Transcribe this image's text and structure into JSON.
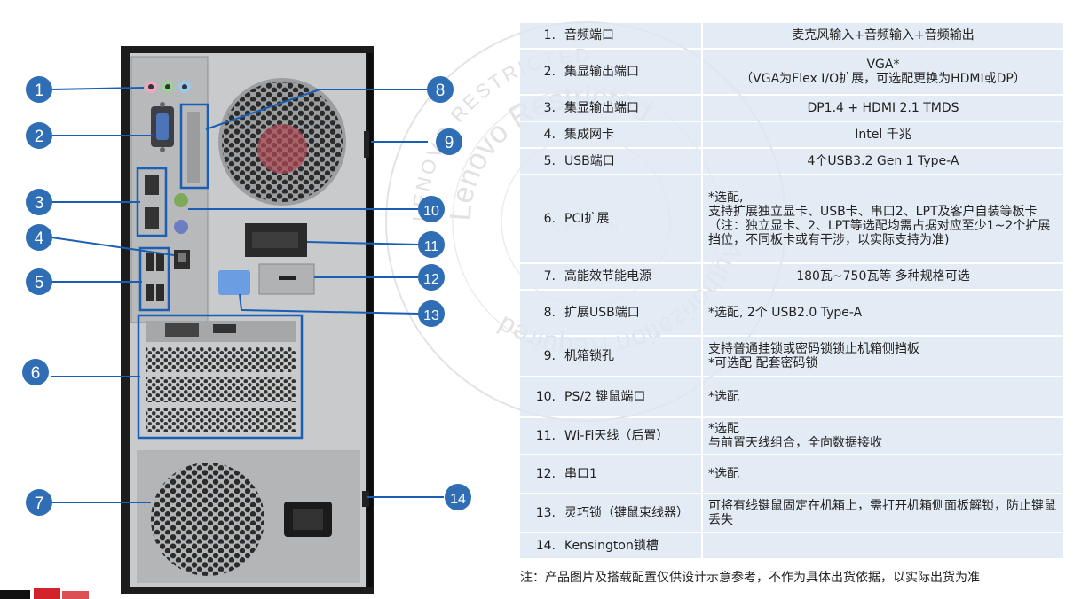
{
  "callouts": [
    "1",
    "2",
    "3",
    "4",
    "5",
    "6",
    "7",
    "8",
    "9",
    "10",
    "11",
    "12",
    "13",
    "14"
  ],
  "rows": [
    {
      "num": "1.",
      "name": "音频端口",
      "desc": [
        "麦克风输入+音频输入+音频输出"
      ],
      "align": "c"
    },
    {
      "num": "2.",
      "name": "集显输出端口",
      "desc": [
        "VGA*",
        "（VGA为Flex I/O扩展，可选配更换为HDMI或DP）"
      ],
      "align": "c"
    },
    {
      "num": "3.",
      "name": "集显输出端口",
      "desc": [
        "DP1.4  + HDMI 2.1 TMDS"
      ],
      "align": "c"
    },
    {
      "num": "4.",
      "name": "集成网卡",
      "desc": [
        "Intel 千兆"
      ],
      "align": "c"
    },
    {
      "num": "5.",
      "name": "USB端口",
      "desc": [
        "4个USB3.2 Gen 1 Type-A"
      ],
      "align": "c"
    },
    {
      "num": "6.",
      "name": "PCI扩展",
      "desc": [
        "*选配,",
        "支持扩展独立显卡、USB卡、串口2、LPT及客户自装等板卡",
        "（注：独立显卡、2、LPT等选配均需占据对应至少1~2个扩展挡位，不同板卡或有干涉，以实际支持为准)"
      ],
      "align": "l"
    },
    {
      "num": "7.",
      "name": "高能效节能电源",
      "desc": [
        "180瓦~750瓦等 多种规格可选"
      ],
      "align": "c"
    },
    {
      "num": "8.",
      "name": "扩展USB端口",
      "desc": [
        "*选配,    2个 USB2.0 Type-A"
      ],
      "align": "l"
    },
    {
      "num": "9.",
      "name": "机箱锁孔",
      "desc": [
        "支持普通挂锁或密码锁锁止机箱侧挡板",
        "*可选配 配套密码锁"
      ],
      "align": "l"
    },
    {
      "num": "10.",
      "name": "PS/2 键鼠端口",
      "desc": [
        "*选配"
      ],
      "align": "l"
    },
    {
      "num": "11.",
      "name": "Wi-Fi天线（后置）",
      "desc": [
        "*选配",
        "与前置天线组合，全向数据接收"
      ],
      "align": "l"
    },
    {
      "num": "12.",
      "name": "串口1",
      "desc": [
        "*选配"
      ],
      "align": "l"
    },
    {
      "num": "13.",
      "name": "灵巧锁（键鼠束线器）",
      "desc": [
        "可将有线键鼠固定在机箱上，需打开机箱侧面板解锁，防止键鼠丢失"
      ],
      "align": "l"
    },
    {
      "num": "14.",
      "name": "Kensington锁槽",
      "desc": [
        ""
      ],
      "align": "l"
    }
  ],
  "note": "注：产品图片及搭载配置仅供设计示意参考，不作为具体出货依据，以实际出货为准",
  "watermark": [
    "LENOVO RESTRICTED",
    "Lenovo Restricted",
    "Confidential",
    "Authorization Required"
  ],
  "colors": {
    "callout": "#2f6db5",
    "row_bg": "#dde7f2",
    "highlight": "#1a5fb4"
  }
}
